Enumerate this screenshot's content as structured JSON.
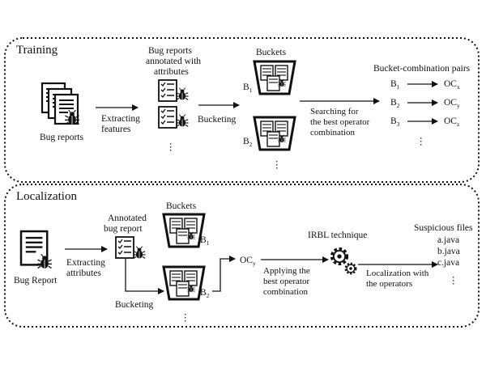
{
  "training": {
    "title": "Training",
    "bug_reports_label": "Bug reports",
    "extracting_features": [
      "Extracting",
      "features"
    ],
    "annotated_title": [
      "Bug reports",
      "annotated with",
      "attributes"
    ],
    "bucketing_label": "Bucketing",
    "buckets_title": "Buckets",
    "bucket_b": "B",
    "bucket_subs": [
      "1",
      "2"
    ],
    "searching_label": [
      "Searching for",
      "the best operator",
      "combination"
    ],
    "pairs_title": "Bucket-combination pairs",
    "pairs": [
      {
        "bucket_sub": "1",
        "oc_sub": "x"
      },
      {
        "bucket_sub": "2",
        "oc_sub": "y"
      },
      {
        "bucket_sub": "3",
        "oc_sub": "z"
      }
    ],
    "oc": "OC",
    "ellipsis": "⋮"
  },
  "localization": {
    "title": "Localization",
    "bug_report_label": "Bug Report",
    "extracting_attributes": [
      "Extracting",
      "attributes"
    ],
    "annotated_title": [
      "Annotated",
      "bug report"
    ],
    "bucketing_label": "Bucketing",
    "buckets_title": "Buckets",
    "bucket_b": "B",
    "bucket_subs": [
      "1",
      "2"
    ],
    "oc": "OC",
    "oc_sub": "y",
    "applying_label": [
      "Applying the",
      "best operator",
      "combination"
    ],
    "irbl_label": "IRBL technique",
    "localization_label": [
      "Localization with",
      "the operators"
    ],
    "suspicious_title": "Suspicious files",
    "files": [
      "a.java",
      "b.java",
      "c.java"
    ],
    "ellipsis": "⋮"
  }
}
